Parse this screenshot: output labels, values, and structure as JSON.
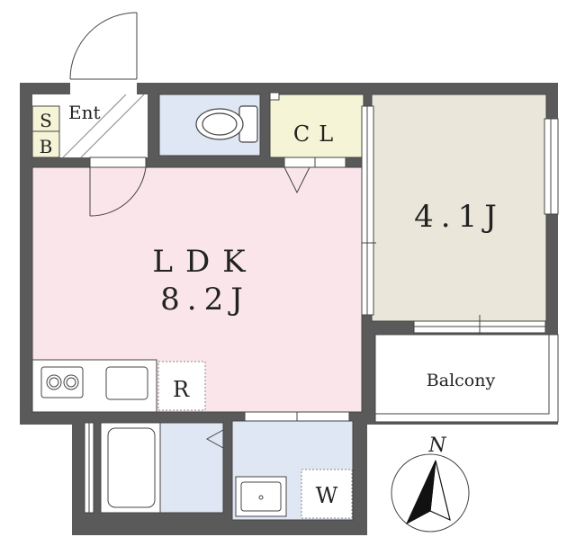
{
  "rooms": {
    "ldk_name": "LDK",
    "ldk_size": "8.2J",
    "bedroom_size": "4.1J",
    "closet": "CL",
    "shoe_box_s": "S",
    "shoe_box_b": "B",
    "entrance": "Ent",
    "balcony": "Balcony",
    "refrigerator": "R",
    "washer": "W"
  },
  "compass": {
    "north": "N"
  },
  "colors": {
    "wall": "#5a5a5a",
    "ldk": "#fae6ea",
    "bedroom": "#ebe6da",
    "wet_area": "#dfe6f4",
    "storage": "#f6f4d6",
    "line": "#444444"
  }
}
